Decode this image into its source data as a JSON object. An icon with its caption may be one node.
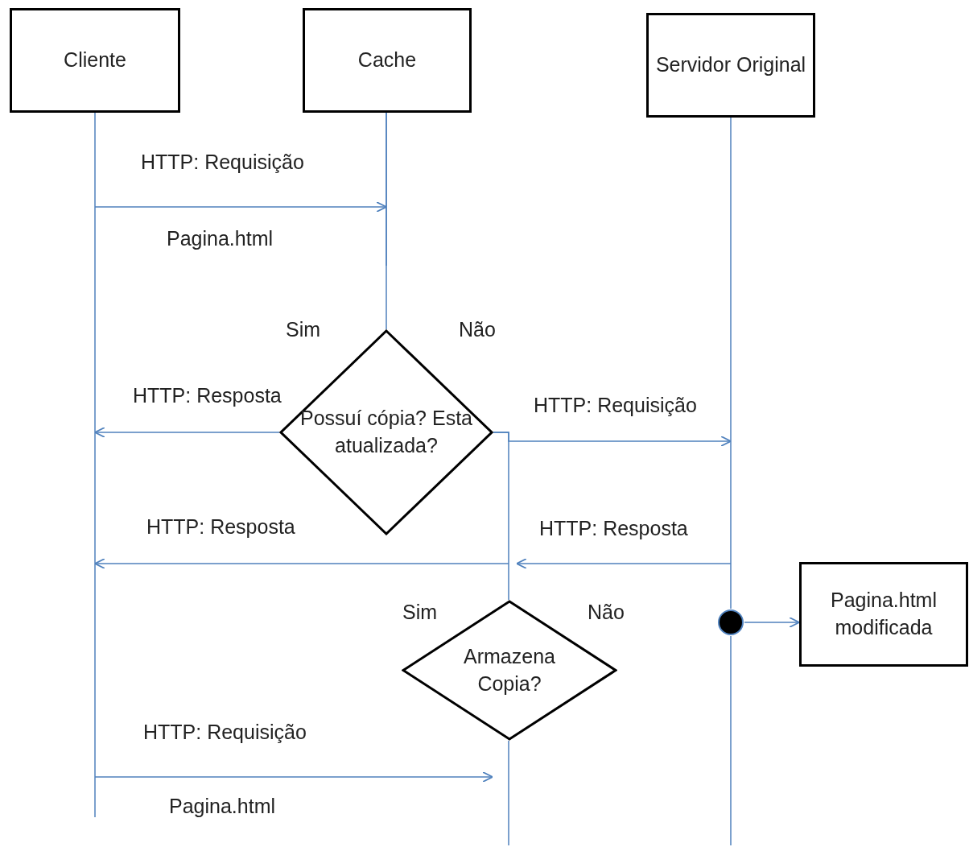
{
  "diagram": {
    "nodes": [
      {
        "text": [
          "Cliente"
        ]
      },
      {
        "text": [
          "Cache"
        ]
      },
      {
        "text": [
          "Servidor Original"
        ]
      },
      {
        "text": [
          "Possuí cópia? Esta atualizada?"
        ]
      },
      {
        "text": [
          "Armazena Copia?"
        ]
      },
      {
        "text": [],
        "shape": "circle"
      },
      {
        "text": [
          "Pagina.html modificada"
        ]
      }
    ],
    "edges": [
      {
        "from": 0,
        "to": 1,
        "arrow": "to",
        "label": "HTTP: Requisição"
      },
      {
        "from": 1,
        "to": 3,
        "arrow": "none"
      },
      {
        "from": 3,
        "to": 0,
        "arrow": "to",
        "label": "HTTP: Resposta"
      },
      {
        "from": 3,
        "to": 2,
        "arrow": "to",
        "label": "HTTP: Requisição"
      },
      {
        "from": 3,
        "to": 4,
        "arrow": "none"
      },
      {
        "from": 2,
        "to": null,
        "arrow": "to",
        "label": "HTTP: Resposta"
      },
      {
        "from": null,
        "to": 0,
        "arrow": "to",
        "label": "HTTP: Resposta"
      },
      {
        "from": 5,
        "to": 6,
        "arrow": "to"
      },
      {
        "from": 0,
        "to": null,
        "arrow": "to",
        "label": "HTTP: Requisição"
      },
      {
        "from": 4,
        "to": null,
        "arrow": "none"
      }
    ],
    "labels": [
      "Pagina.html",
      "Sim",
      "Não",
      "Sim",
      "Não",
      "Pagina.html"
    ]
  }
}
